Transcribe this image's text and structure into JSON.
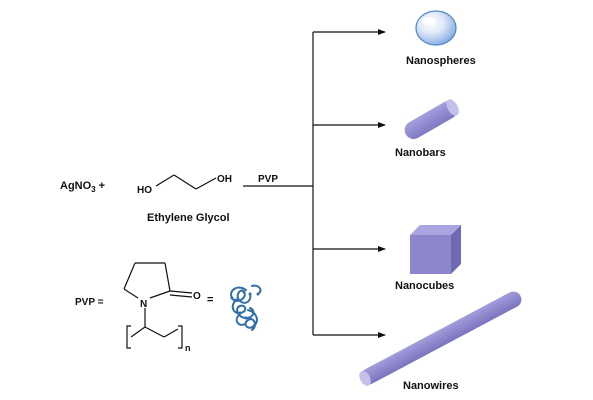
{
  "reactants": {
    "agno3_main": "AgNO",
    "agno3_sub": "3",
    "plus": "+",
    "ho_left": "HO",
    "oh_right": "OH",
    "ethylene_glycol": "Ethylene Glycol",
    "arrow_label": "PVP"
  },
  "pvp_definition": {
    "pvp_eq": "PVP =",
    "n_atom": "N",
    "o_atom": "O",
    "subscript_n": "n",
    "equals": "="
  },
  "products": [
    {
      "label": "Nanospheres",
      "shape": "sphere"
    },
    {
      "label": "Nanobars",
      "shape": "bar"
    },
    {
      "label": "Nanocubes",
      "shape": "cube"
    },
    {
      "label": "Nanowires",
      "shape": "wire"
    }
  ],
  "colors": {
    "shape_fill": "#8c86cc",
    "shape_dark": "#6e68b2",
    "shape_light": "#b4afe3",
    "sphere_highlight": "#ffffff",
    "sphere_edge": "#4e86c8",
    "coil": "#2f6ea8",
    "lines": "#111111"
  }
}
